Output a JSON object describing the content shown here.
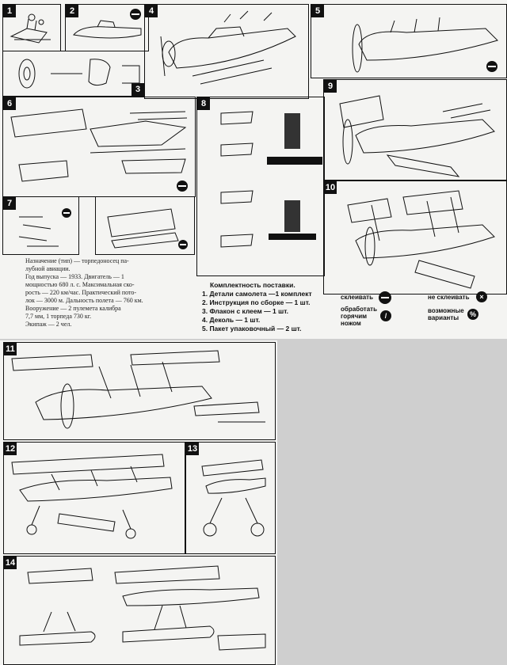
{
  "steps": [
    "1",
    "2",
    "3",
    "4",
    "5",
    "6",
    "7",
    "8",
    "9",
    "10",
    "11",
    "12",
    "13",
    "14"
  ],
  "spec_text": {
    "line1": "Назначение (тип) — торпедоносец па-",
    "line2": "лубной авиации.",
    "line3": "Год выпуска — 1933. Двигатель — 1",
    "line4": "мощностью 680 л. с. Максимальная ско-",
    "line5": "рость — 220 км/час. Практический пото-",
    "line6": "лок — 3000 м. Дальность полета — 760 км.",
    "line7": "Вооружение — 2 пулемета калибра",
    "line8": "7,7 мм, 1 торпеда 730 кг.",
    "line9": "Экипаж — 2 чел."
  },
  "kit": {
    "title": "Комплектность поставки.",
    "items": [
      "1. Детали самолета —1 комплект",
      "2. Инструкция по сборке — 1 шт.",
      "3. Флакон с клеем — 1 шт.",
      "4. Деколь — 1 шт.",
      "5. Пакет упаковочный — 2 шт."
    ]
  },
  "legend": {
    "glue": "склеивать",
    "no_glue": "не склеивать",
    "hot_knife_1": "обработать",
    "hot_knife_2": "горячим",
    "hot_knife_3": "ножом",
    "variants_1": "возможные",
    "variants_2": "варианты"
  }
}
